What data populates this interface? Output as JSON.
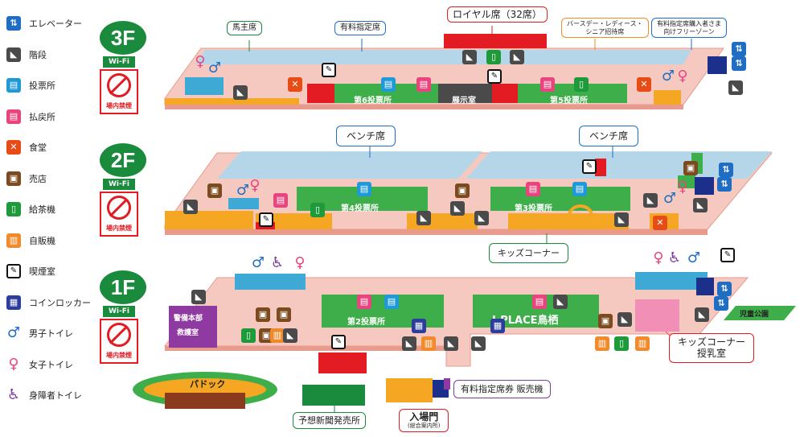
{
  "legend": [
    {
      "icon": "elevator-icon",
      "cls": "elev",
      "glyph": "⇅",
      "label": "エレベーター"
    },
    {
      "icon": "stairs-icon",
      "cls": "stair",
      "glyph": "◣",
      "label": "階段"
    },
    {
      "icon": "betting-booth-icon",
      "cls": "vote",
      "glyph": "▤",
      "label": "投票所"
    },
    {
      "icon": "payout-icon",
      "cls": "pay",
      "glyph": "▤",
      "label": "払戻所"
    },
    {
      "icon": "cafeteria-icon",
      "cls": "food",
      "glyph": "✕",
      "label": "食堂"
    },
    {
      "icon": "shop-icon",
      "cls": "shop",
      "glyph": "▣",
      "label": "売店"
    },
    {
      "icon": "tea-machine-icon",
      "cls": "tea",
      "glyph": "▯",
      "label": "給茶機"
    },
    {
      "icon": "vending-machine-icon",
      "cls": "vend",
      "glyph": "▥",
      "label": "自販機"
    },
    {
      "icon": "smoking-room-icon",
      "cls": "smoke",
      "glyph": "✎",
      "label": "喫煙室"
    },
    {
      "icon": "coin-locker-icon",
      "cls": "locker",
      "glyph": "▦",
      "label": "コインロッカー"
    },
    {
      "icon": "mens-toilet-icon",
      "cls": "man",
      "glyph": "♂",
      "label": "男子トイレ"
    },
    {
      "icon": "womens-toilet-icon",
      "cls": "woman",
      "glyph": "♀",
      "label": "女子トイレ"
    },
    {
      "icon": "accessible-toilet-icon",
      "cls": "wheel",
      "glyph": "♿",
      "label": "身障者トイレ"
    }
  ],
  "floors": {
    "f3": {
      "label": "3F",
      "wifi": "Wi-Fi",
      "nosmoke": "場内禁煙"
    },
    "f2": {
      "label": "2F",
      "wifi": "Wi-Fi",
      "nosmoke": "場内禁煙"
    },
    "f1": {
      "label": "1F",
      "wifi": "Wi-Fi",
      "nosmoke": "場内禁煙"
    }
  },
  "callouts_3f": {
    "owner_seats": "馬主席",
    "reserved_seats": "有料指定席",
    "royal_seats": "ロイヤル席（32席）",
    "birthday_seats": "バースデー・レディース・\nシニア招待席",
    "free_zone": "有料指定席購入者さま\n向けフリーゾーン"
  },
  "rooms_3f": {
    "booth6": "第6投票所",
    "exhibition": "展示室",
    "booth5": "第5投票所"
  },
  "callouts_2f": {
    "bench_left": "ベンチ席",
    "bench_right": "ベンチ席",
    "kids_corner": "キッズコーナー"
  },
  "rooms_2f": {
    "booth4": "第4投票所",
    "booth3": "第3投票所"
  },
  "rooms_1f": {
    "security": "警備本部",
    "first_aid": "救護室",
    "booth2": "第2投票所",
    "jplace": "J-PLACE鳥栖",
    "paddock": "パドック"
  },
  "callouts_1f": {
    "kids_nursing": "キッズコーナー\n授乳室",
    "reserved_ticket_vending": "有料指定席券 販売機",
    "newspaper": "予想新聞発売所",
    "entrance": "入場門",
    "entrance_sub": "(総合案内所)",
    "park": "児童公園"
  },
  "colors": {
    "floor": "#f6c9c0",
    "floor_edge": "#e89a8c",
    "green_room": "#3dae49",
    "orange": "#f5a623",
    "blue_room": "#3fa9d6",
    "seats": "#a9d8ef",
    "red": "#e31b23",
    "purple": "#8e3aa0",
    "pink": "#f28fb7",
    "darkgreen": "#1a8a3c"
  }
}
